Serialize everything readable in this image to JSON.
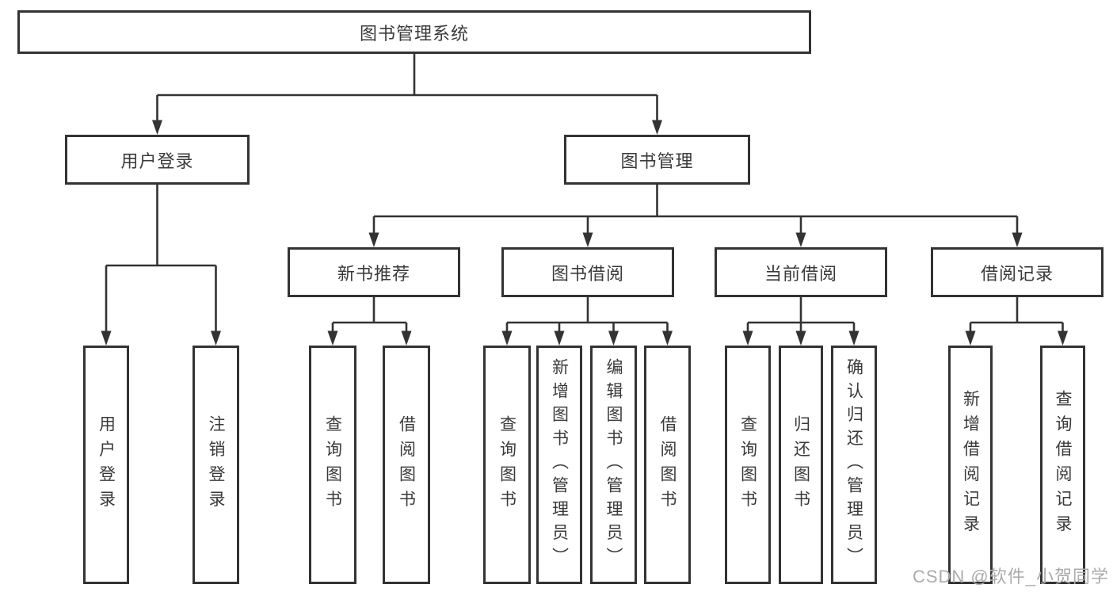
{
  "diagram": {
    "background_color": "#ffffff",
    "line_color": "#333333",
    "text_color": "#3a3a3a",
    "nodes": [
      {
        "id": "root",
        "label": "图书管理系统",
        "writing": "horizontal"
      },
      {
        "id": "login",
        "label": "用户登录",
        "writing": "horizontal"
      },
      {
        "id": "mgmt",
        "label": "图书管理",
        "writing": "horizontal"
      },
      {
        "id": "newbook",
        "label": "新书推荐",
        "writing": "horizontal"
      },
      {
        "id": "borrow",
        "label": "图书借阅",
        "writing": "horizontal"
      },
      {
        "id": "current",
        "label": "当前借阅",
        "writing": "horizontal"
      },
      {
        "id": "records",
        "label": "借阅记录",
        "writing": "horizontal"
      },
      {
        "id": "login_do",
        "label": "用户登录",
        "writing": "vertical"
      },
      {
        "id": "logout",
        "label": "注销登录",
        "writing": "vertical"
      },
      {
        "id": "nb_query",
        "label": "查询图书",
        "writing": "vertical"
      },
      {
        "id": "nb_borrow",
        "label": "借阅图书",
        "writing": "vertical"
      },
      {
        "id": "bw_query",
        "label": "查询图书",
        "writing": "vertical"
      },
      {
        "id": "bw_add",
        "label": "新增图书（管理员）",
        "writing": "vertical"
      },
      {
        "id": "bw_edit",
        "label": "编辑图书（管理员）",
        "writing": "vertical"
      },
      {
        "id": "bw_borrow",
        "label": "借阅图书",
        "writing": "vertical"
      },
      {
        "id": "cur_query",
        "label": "查询图书",
        "writing": "vertical"
      },
      {
        "id": "cur_return",
        "label": "归还图书",
        "writing": "vertical"
      },
      {
        "id": "cur_confirm",
        "label": "确认归还（管理员）",
        "writing": "vertical"
      },
      {
        "id": "rec_add",
        "label": "新增借阅记录",
        "writing": "vertical"
      },
      {
        "id": "rec_query",
        "label": "查询借阅记录",
        "writing": "vertical"
      }
    ],
    "edges": [
      {
        "from": "root",
        "to": [
          "login",
          "mgmt"
        ]
      },
      {
        "from": "login",
        "to": [
          "login_do",
          "logout"
        ]
      },
      {
        "from": "mgmt",
        "to": [
          "newbook",
          "borrow",
          "current",
          "records"
        ]
      },
      {
        "from": "newbook",
        "to": [
          "nb_query",
          "nb_borrow"
        ]
      },
      {
        "from": "borrow",
        "to": [
          "bw_query",
          "bw_add",
          "bw_edit",
          "bw_borrow"
        ]
      },
      {
        "from": "current",
        "to": [
          "cur_query",
          "cur_return",
          "cur_confirm"
        ]
      },
      {
        "from": "records",
        "to": [
          "rec_add",
          "rec_query"
        ]
      }
    ],
    "watermark": {
      "text": "CSDN @软件_小贺同学",
      "color": "#ababab"
    }
  }
}
